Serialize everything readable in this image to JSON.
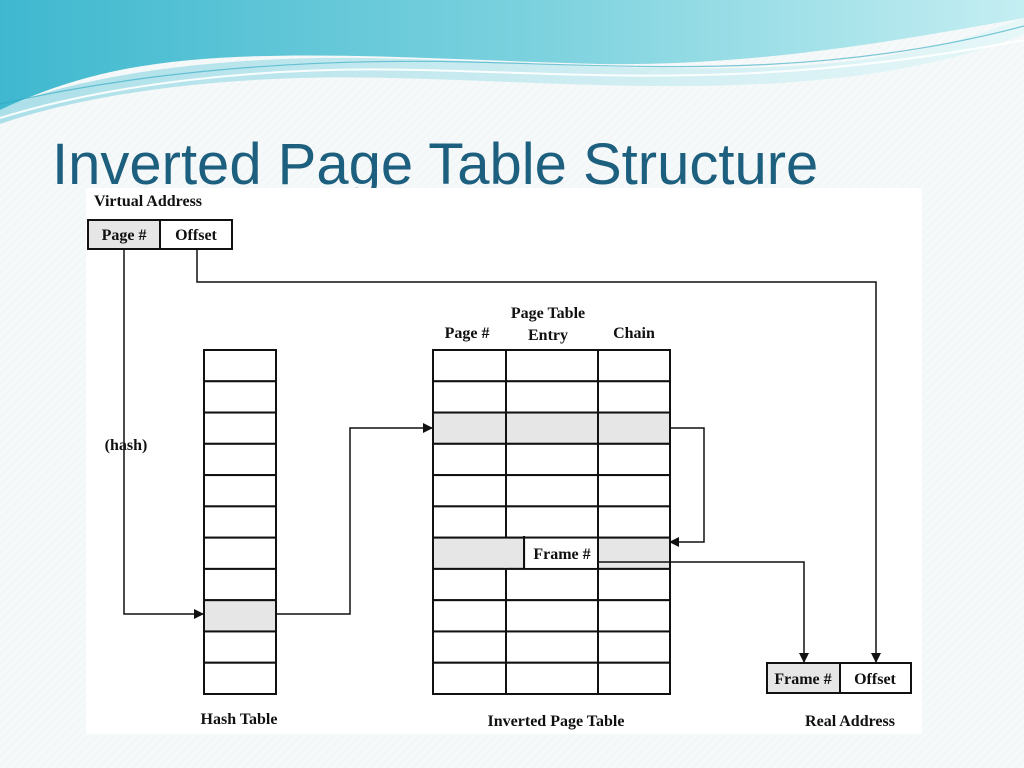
{
  "slide": {
    "title": "Inverted Page Table Structure"
  },
  "diagram": {
    "virtual_address": {
      "caption": "Virtual Address",
      "page_field": "Page #",
      "offset_field": "Offset"
    },
    "hash_label": "(hash)",
    "hash_table": {
      "caption": "Hash Table",
      "row_count": 11,
      "highlighted_row": 8
    },
    "inverted_page_table": {
      "caption": "Inverted Page Table",
      "col_page": "Page #",
      "col_entry_line1": "Page Table",
      "col_entry_line2": "Entry",
      "col_chain": "Chain",
      "row_count": 11,
      "highlighted_rows": [
        2,
        6
      ],
      "frame_label": "Frame #"
    },
    "real_address": {
      "caption": "Real Address",
      "frame_field": "Frame #",
      "offset_field": "Offset"
    }
  },
  "colors": {
    "title": "#1d5f7e",
    "highlight_fill": "#e6e6e6",
    "line": "#111111"
  }
}
